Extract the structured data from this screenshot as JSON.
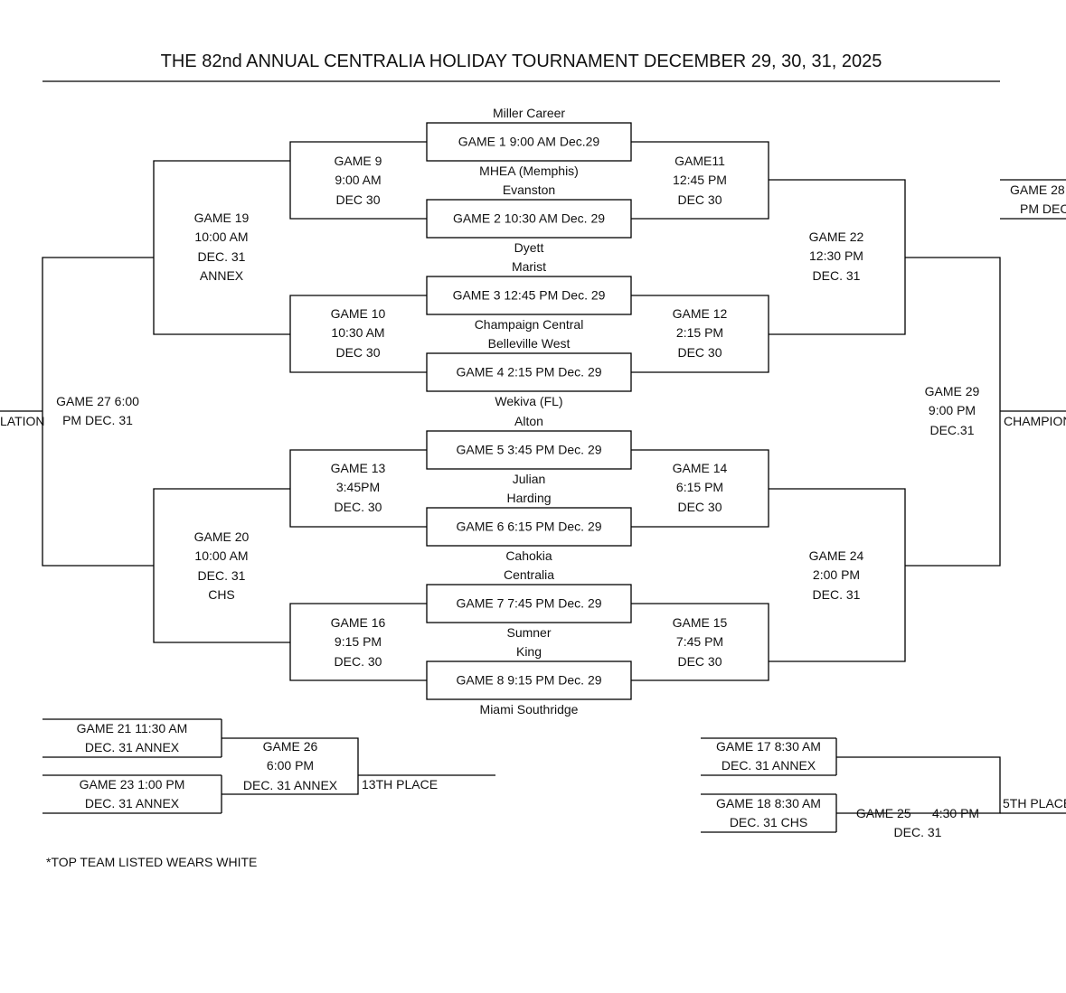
{
  "title": "THE 82nd  ANNUAL CENTRALIA HOLIDAY TOURNAMENT DECEMBER 29, 30, 31, 2025",
  "first_round": [
    {
      "label": "GAME 1  9:00 AM Dec.29",
      "top": "Miller Career",
      "bottom": "MHEA (Memphis)"
    },
    {
      "label": "GAME 2  10:30 AM Dec. 29",
      "top": "Evanston",
      "bottom": "Dyett"
    },
    {
      "label": "GAME 3  12:45 PM Dec. 29",
      "top": "Marist",
      "bottom": "Champaign Central"
    },
    {
      "label": "GAME 4  2:15 PM Dec. 29",
      "top": "Belleville West",
      "bottom": "Wekiva (FL)"
    },
    {
      "label": "GAME 5  3:45 PM Dec. 29",
      "top": "Alton",
      "bottom": "Julian"
    },
    {
      "label": "GAME 6  6:15 PM Dec. 29",
      "top": "Harding",
      "bottom": "Cahokia"
    },
    {
      "label": "GAME 7  7:45 PM Dec. 29",
      "top": "Centralia",
      "bottom": "Sumner"
    },
    {
      "label": "GAME 8  9:15 PM Dec. 29",
      "top": "King",
      "bottom": "Miami Southridge"
    }
  ],
  "consolation_round": {
    "game9": [
      "GAME 9",
      "9:00 AM",
      "DEC 30"
    ],
    "game10": [
      "GAME 10",
      "10:30 AM",
      "DEC 30"
    ],
    "game13": [
      "GAME 13",
      "3:45PM",
      "DEC. 30"
    ],
    "game16": [
      "GAME 16",
      "9:15 PM",
      "DEC. 30"
    ],
    "game19": [
      "GAME 19",
      "10:00 AM",
      "DEC. 31",
      "ANNEX"
    ],
    "game20": [
      "GAME 20",
      "10:00 AM",
      "DEC. 31",
      "CHS"
    ],
    "game27": [
      "GAME 27 6:00",
      "PM  DEC. 31"
    ],
    "consolation_label": "LATION"
  },
  "winners_round": {
    "game11": [
      "GAME11",
      "12:45 PM",
      "DEC 30"
    ],
    "game12": [
      "GAME 12",
      "2:15 PM",
      "DEC 30"
    ],
    "game14": [
      "GAME 14",
      "6:15 PM",
      "DEC 30"
    ],
    "game15": [
      "GAME 15",
      "7:45 PM",
      "DEC 30"
    ],
    "game22": [
      "GAME  22",
      "12:30 PM",
      "DEC. 31"
    ],
    "game24": [
      "GAME  24",
      "2:00 PM",
      "DEC. 31"
    ],
    "game29": [
      "GAME 29",
      "9:00 PM",
      "DEC.31"
    ],
    "game28": [
      "GAME 28",
      "PM DEC"
    ],
    "championship_label": "CHAMPION"
  },
  "thirteenth_bracket": {
    "game21": [
      "GAME 21 11:30 AM",
      "DEC. 31 ANNEX"
    ],
    "game23": [
      "GAME 23 1:00 PM",
      "DEC. 31 ANNEX"
    ],
    "game26": [
      "GAME 26",
      "6:00 PM",
      "DEC. 31  ANNEX"
    ],
    "place": "13TH PLACE"
  },
  "fifth_bracket": {
    "game17": [
      "GAME 17 8:30 AM",
      "DEC. 31 ANNEX"
    ],
    "game18": [
      "GAME 18 8:30 AM",
      "DEC. 31 CHS"
    ],
    "game25": [
      "GAME 25      4:30 PM",
      "DEC. 31"
    ],
    "place": "5TH PLACE"
  },
  "footnote": "*TOP TEAM LISTED WEARS WHITE",
  "colors": {
    "line": "#000000",
    "text": "#111111",
    "background": "#ffffff"
  }
}
